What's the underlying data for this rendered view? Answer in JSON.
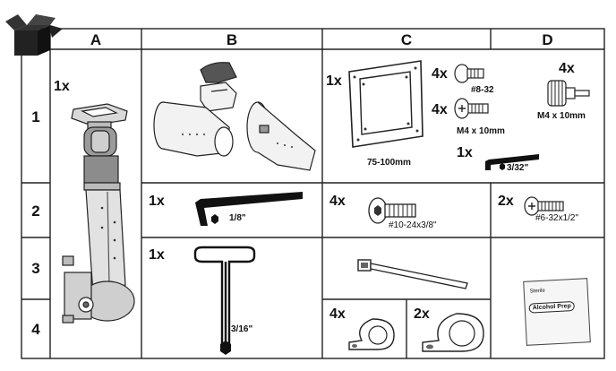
{
  "columns": [
    "A",
    "B",
    "C",
    "D"
  ],
  "rows": [
    "1",
    "2",
    "3",
    "4"
  ],
  "cells": {
    "a_mount": {
      "qty": "1x",
      "icon": "monitor-arm-assembly"
    },
    "b_covers": {
      "icon": "clamp-and-cable-cover-parts"
    },
    "c_vesa": {
      "qty": "1x",
      "caption": "75-100mm",
      "icon": "vesa-adapter-plate"
    },
    "c_screw832": {
      "qty": "4x",
      "caption": "#8-32",
      "icon": "button-head-screw"
    },
    "c_screwm4": {
      "qty": "4x",
      "caption": "M4 x 10mm",
      "icon": "phillips-screw"
    },
    "c_hex332": {
      "qty": "1x",
      "caption": "3/32\"",
      "icon": "hex-key"
    },
    "d_knob": {
      "qty": "4x",
      "caption": "M4 x 10mm",
      "icon": "thumb-screw"
    },
    "b_hex18": {
      "qty": "1x",
      "caption": "1/8\"",
      "icon": "hex-key"
    },
    "c_screw1024": {
      "qty": "4x",
      "caption": "#10-24x3/8\"",
      "icon": "hex-socket-screw"
    },
    "d_screw632": {
      "qty": "2x",
      "caption": "#6-32x1/2\"",
      "icon": "phillips-screw"
    },
    "b_thex316": {
      "qty": "1x",
      "caption": "3/16\"",
      "icon": "t-handle-hex-key"
    },
    "c_tie": {
      "icon": "cable-tie"
    },
    "c_clip_small": {
      "qty": "4x",
      "icon": "cable-clip"
    },
    "c_clip_large": {
      "qty": "2x",
      "icon": "cable-clip"
    },
    "d_prep": {
      "brand": "Sterile",
      "title": "Alcohol Prep",
      "icon": "alcohol-prep-pad"
    }
  }
}
